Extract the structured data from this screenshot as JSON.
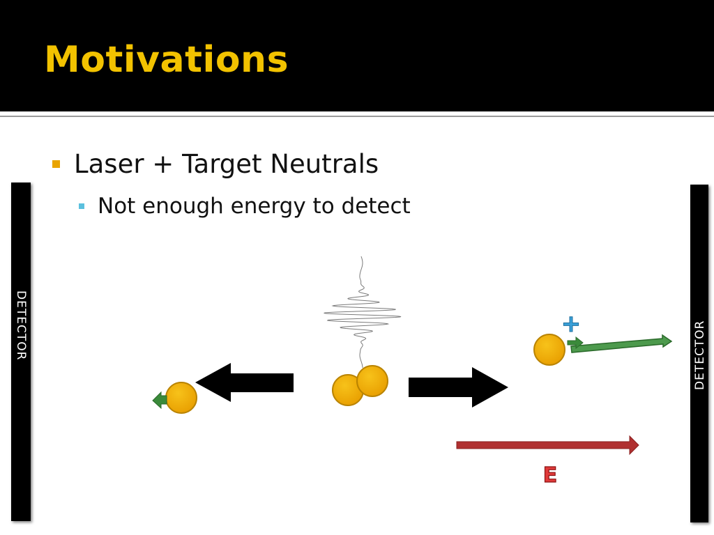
{
  "slide": {
    "title": "Motivations",
    "bullets": {
      "level1": "Laser + Target Neutrals",
      "level2": "Not enough energy to detect"
    }
  },
  "detectors": {
    "left_label": "DETECTOR",
    "right_label": "DETECTOR"
  },
  "diagram": {
    "field_label": "E",
    "charge_symbol": "+"
  },
  "colors": {
    "title": "#f2c200",
    "bullet1": "#e9a400",
    "bullet2": "#5bc0de",
    "particle": "#f0a800",
    "field_arrow": "#b03030",
    "velocity_arrow": "#3a8a3a",
    "charge": "#3aa0d8"
  }
}
